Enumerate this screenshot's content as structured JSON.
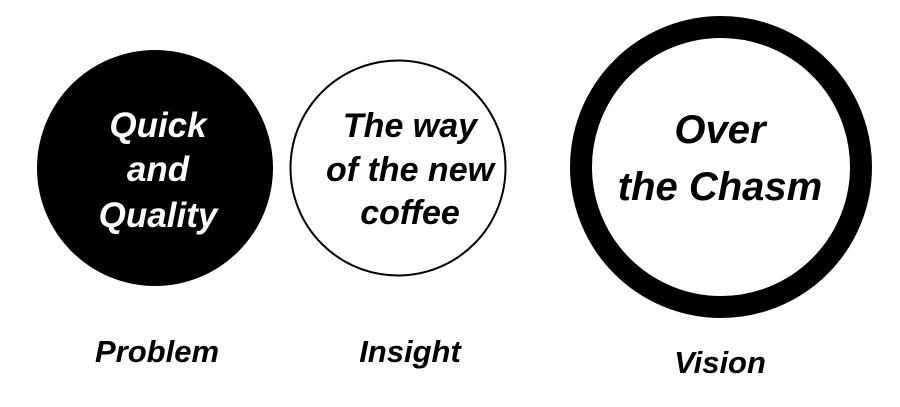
{
  "colors": {
    "ink": "#000000",
    "paper": "#ffffff"
  },
  "circles": [
    {
      "id": "problem",
      "lines": [
        "Quick",
        "and",
        "Quality"
      ],
      "caption": "Problem",
      "style": "filled"
    },
    {
      "id": "insight",
      "lines": [
        "The way",
        "of the new",
        "coffee"
      ],
      "caption": "Insight",
      "style": "thin-outline"
    },
    {
      "id": "vision",
      "lines": [
        "Over",
        "the Chasm"
      ],
      "caption": "Vision",
      "style": "thick-outline"
    }
  ]
}
